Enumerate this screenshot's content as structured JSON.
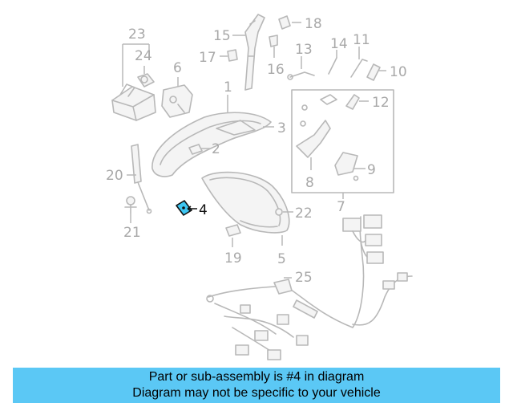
{
  "diagram": {
    "highlight_color": "#3ec6f2",
    "highlighted_part": "4",
    "callouts": [
      "1",
      "2",
      "3",
      "4",
      "5",
      "6",
      "7",
      "8",
      "9",
      "10",
      "11",
      "12",
      "13",
      "14",
      "15",
      "16",
      "17",
      "18",
      "19",
      "20",
      "21",
      "22",
      "23",
      "24",
      "25"
    ]
  },
  "banner": {
    "line1": "Part or sub-assembly is #4 in diagram",
    "line2": "Diagram may not be specific to your vehicle",
    "color": "#5bc8f5"
  }
}
